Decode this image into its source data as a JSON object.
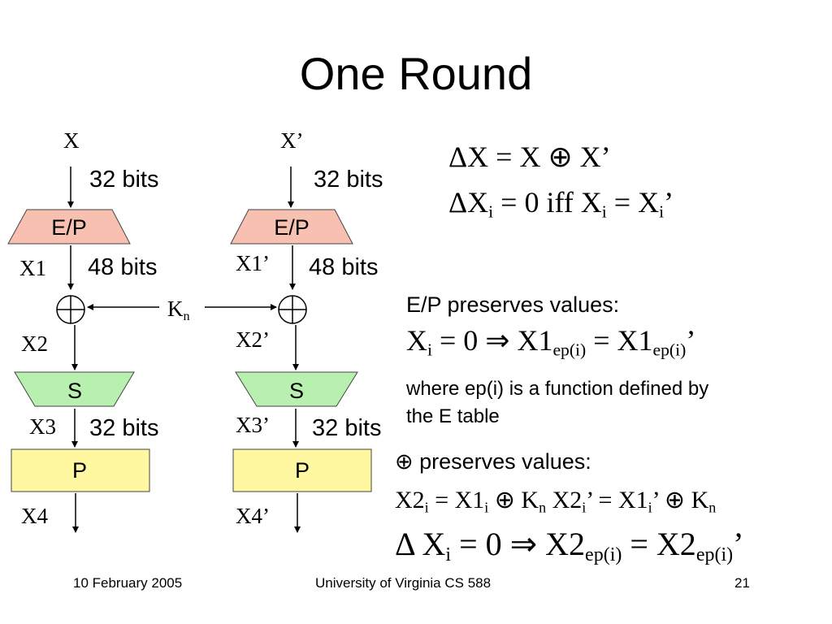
{
  "slide": {
    "title": "One Round",
    "footer": {
      "date": "10 February 2005",
      "course": "University of Virginia CS 588",
      "page": "21"
    }
  },
  "diagram": {
    "left": {
      "input": "X",
      "bits_in": "32 bits",
      "ep_label": "E/P",
      "x1": "X1",
      "bits_ep": "48 bits",
      "x2": "X2",
      "s_label": "S",
      "x3": "X3",
      "bits_s": "32 bits",
      "p_label": "P",
      "x4": "X4"
    },
    "right": {
      "input": "X’",
      "bits_in": "32 bits",
      "ep_label": "E/P",
      "x1": "X1’",
      "bits_ep": "48 bits",
      "x2": "X2’",
      "s_label": "S",
      "x3": "X3’",
      "bits_s": "32 bits",
      "p_label": "P",
      "x4": "X4’"
    },
    "key": {
      "base": "K",
      "sub": "n"
    },
    "xor_symbol": "⊕",
    "colors": {
      "ep_fill": "#f8c0b0",
      "s_fill": "#b8f0b0",
      "p_fill": "#fff8a0",
      "stroke": "#444444"
    }
  },
  "equations": {
    "line1": "ΔX = X ⊕ X’",
    "line2": {
      "a": "ΔX",
      "a_sub": "i",
      "b": " = 0 iff X",
      "b_sub": "i",
      "c": " = X",
      "c_sub": "i",
      "d": "’"
    },
    "ep_heading": "E/P preserves values:",
    "ep_eq": {
      "a": "X",
      "a_sub": "i",
      "b": " = 0 ⇒ X1",
      "b_sub": "ep(i)",
      "c": " = X1",
      "c_sub": "ep(i)",
      "d": "’"
    },
    "ep_note_1": "where ep(i) is a function defined by",
    "ep_note_2": "the E table",
    "xor_heading_symbol": "⊕",
    "xor_heading_text": " preserves values:",
    "xor_eq": {
      "a": "X2",
      "a_sub": "i",
      "b": " = X1",
      "b_sub": "i",
      "c": " ⊕ K",
      "c_sub": "n",
      "d": "  X2",
      "d_sub": "i",
      "e": "’ = X1",
      "e_sub": "i",
      "f": "’ ⊕ K",
      "f_sub": "n"
    },
    "final_eq": {
      "a": "Δ X",
      "a_sub": "i",
      "b": " = 0 ⇒ X2",
      "b_sub": "ep(i)",
      "c": " = X2",
      "c_sub": "ep(i)",
      "d": "’"
    }
  }
}
